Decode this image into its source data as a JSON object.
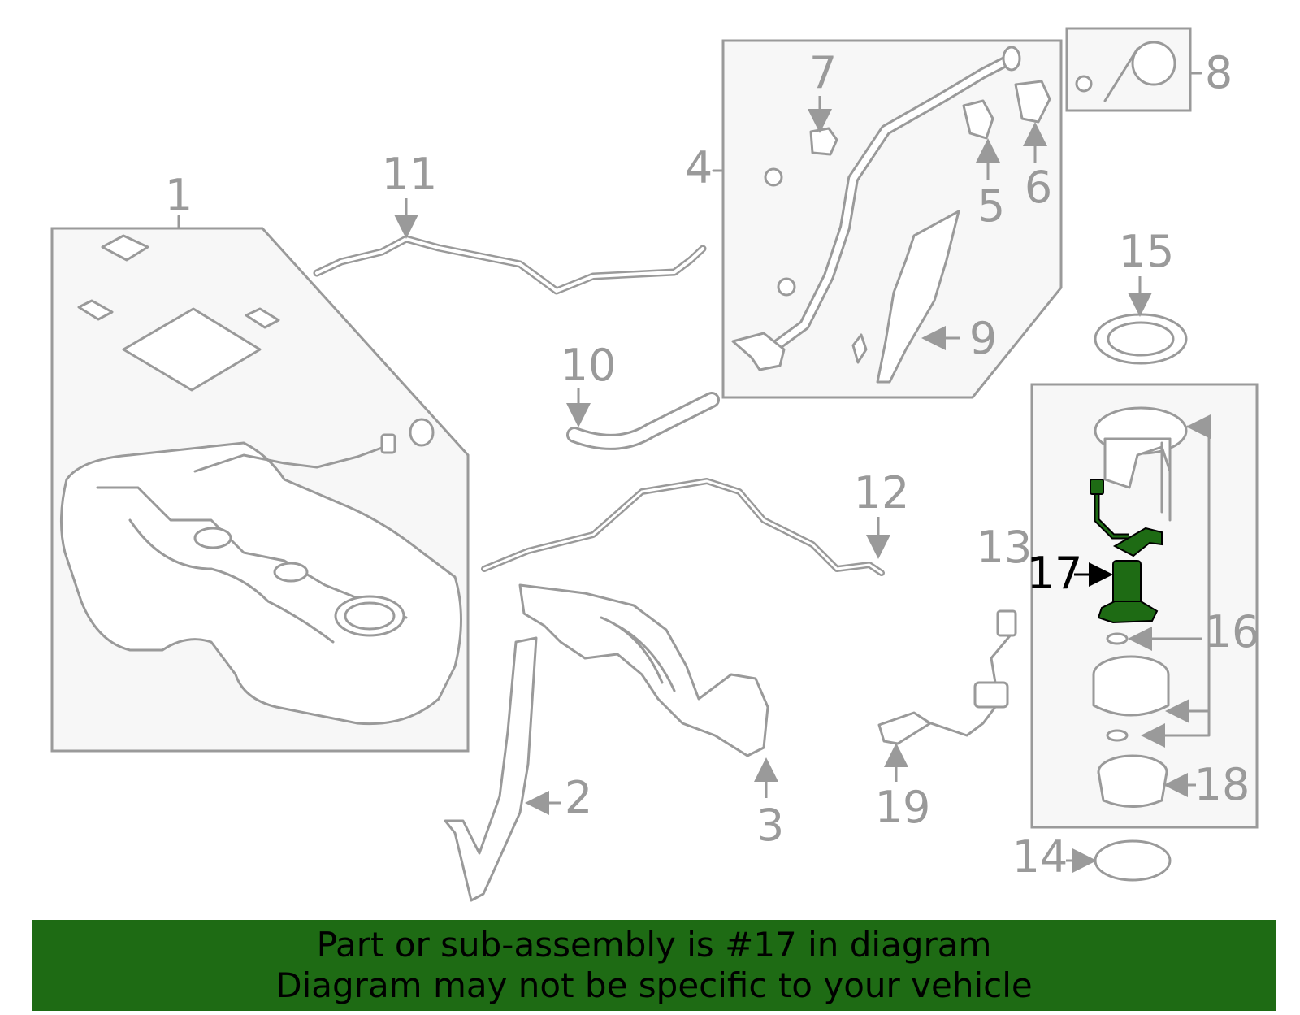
{
  "callouts": {
    "c1": "1",
    "c2": "2",
    "c3": "3",
    "c4": "4",
    "c5": "5",
    "c6": "6",
    "c7": "7",
    "c8": "8",
    "c9": "9",
    "c10": "10",
    "c11": "11",
    "c12": "12",
    "c13": "13",
    "c14": "14",
    "c15": "15",
    "c16": "16",
    "c17": "17",
    "c18": "18",
    "c19": "19"
  },
  "highlight": {
    "part_number": "17",
    "color": "#1e6b14"
  },
  "banner": {
    "line1": "Part or sub-assembly is #17 in diagram",
    "line2": "Diagram may not be specific to your vehicle",
    "background": "#1e6b14"
  }
}
